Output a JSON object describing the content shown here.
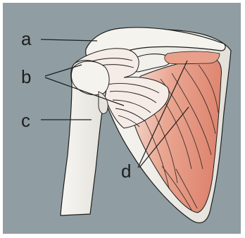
{
  "labels": {
    "a": "a",
    "b": "b",
    "c": "c",
    "d": "d"
  },
  "colors": {
    "background": "#909ea4",
    "frame": "#ffffff",
    "bone": "#f1efea",
    "bone_shadow": "#d6d3cc",
    "muscle_light": "#f2d6cc",
    "muscle": "#e79a85",
    "muscle_dark": "#d26f58",
    "line": "#1d1d1b"
  }
}
